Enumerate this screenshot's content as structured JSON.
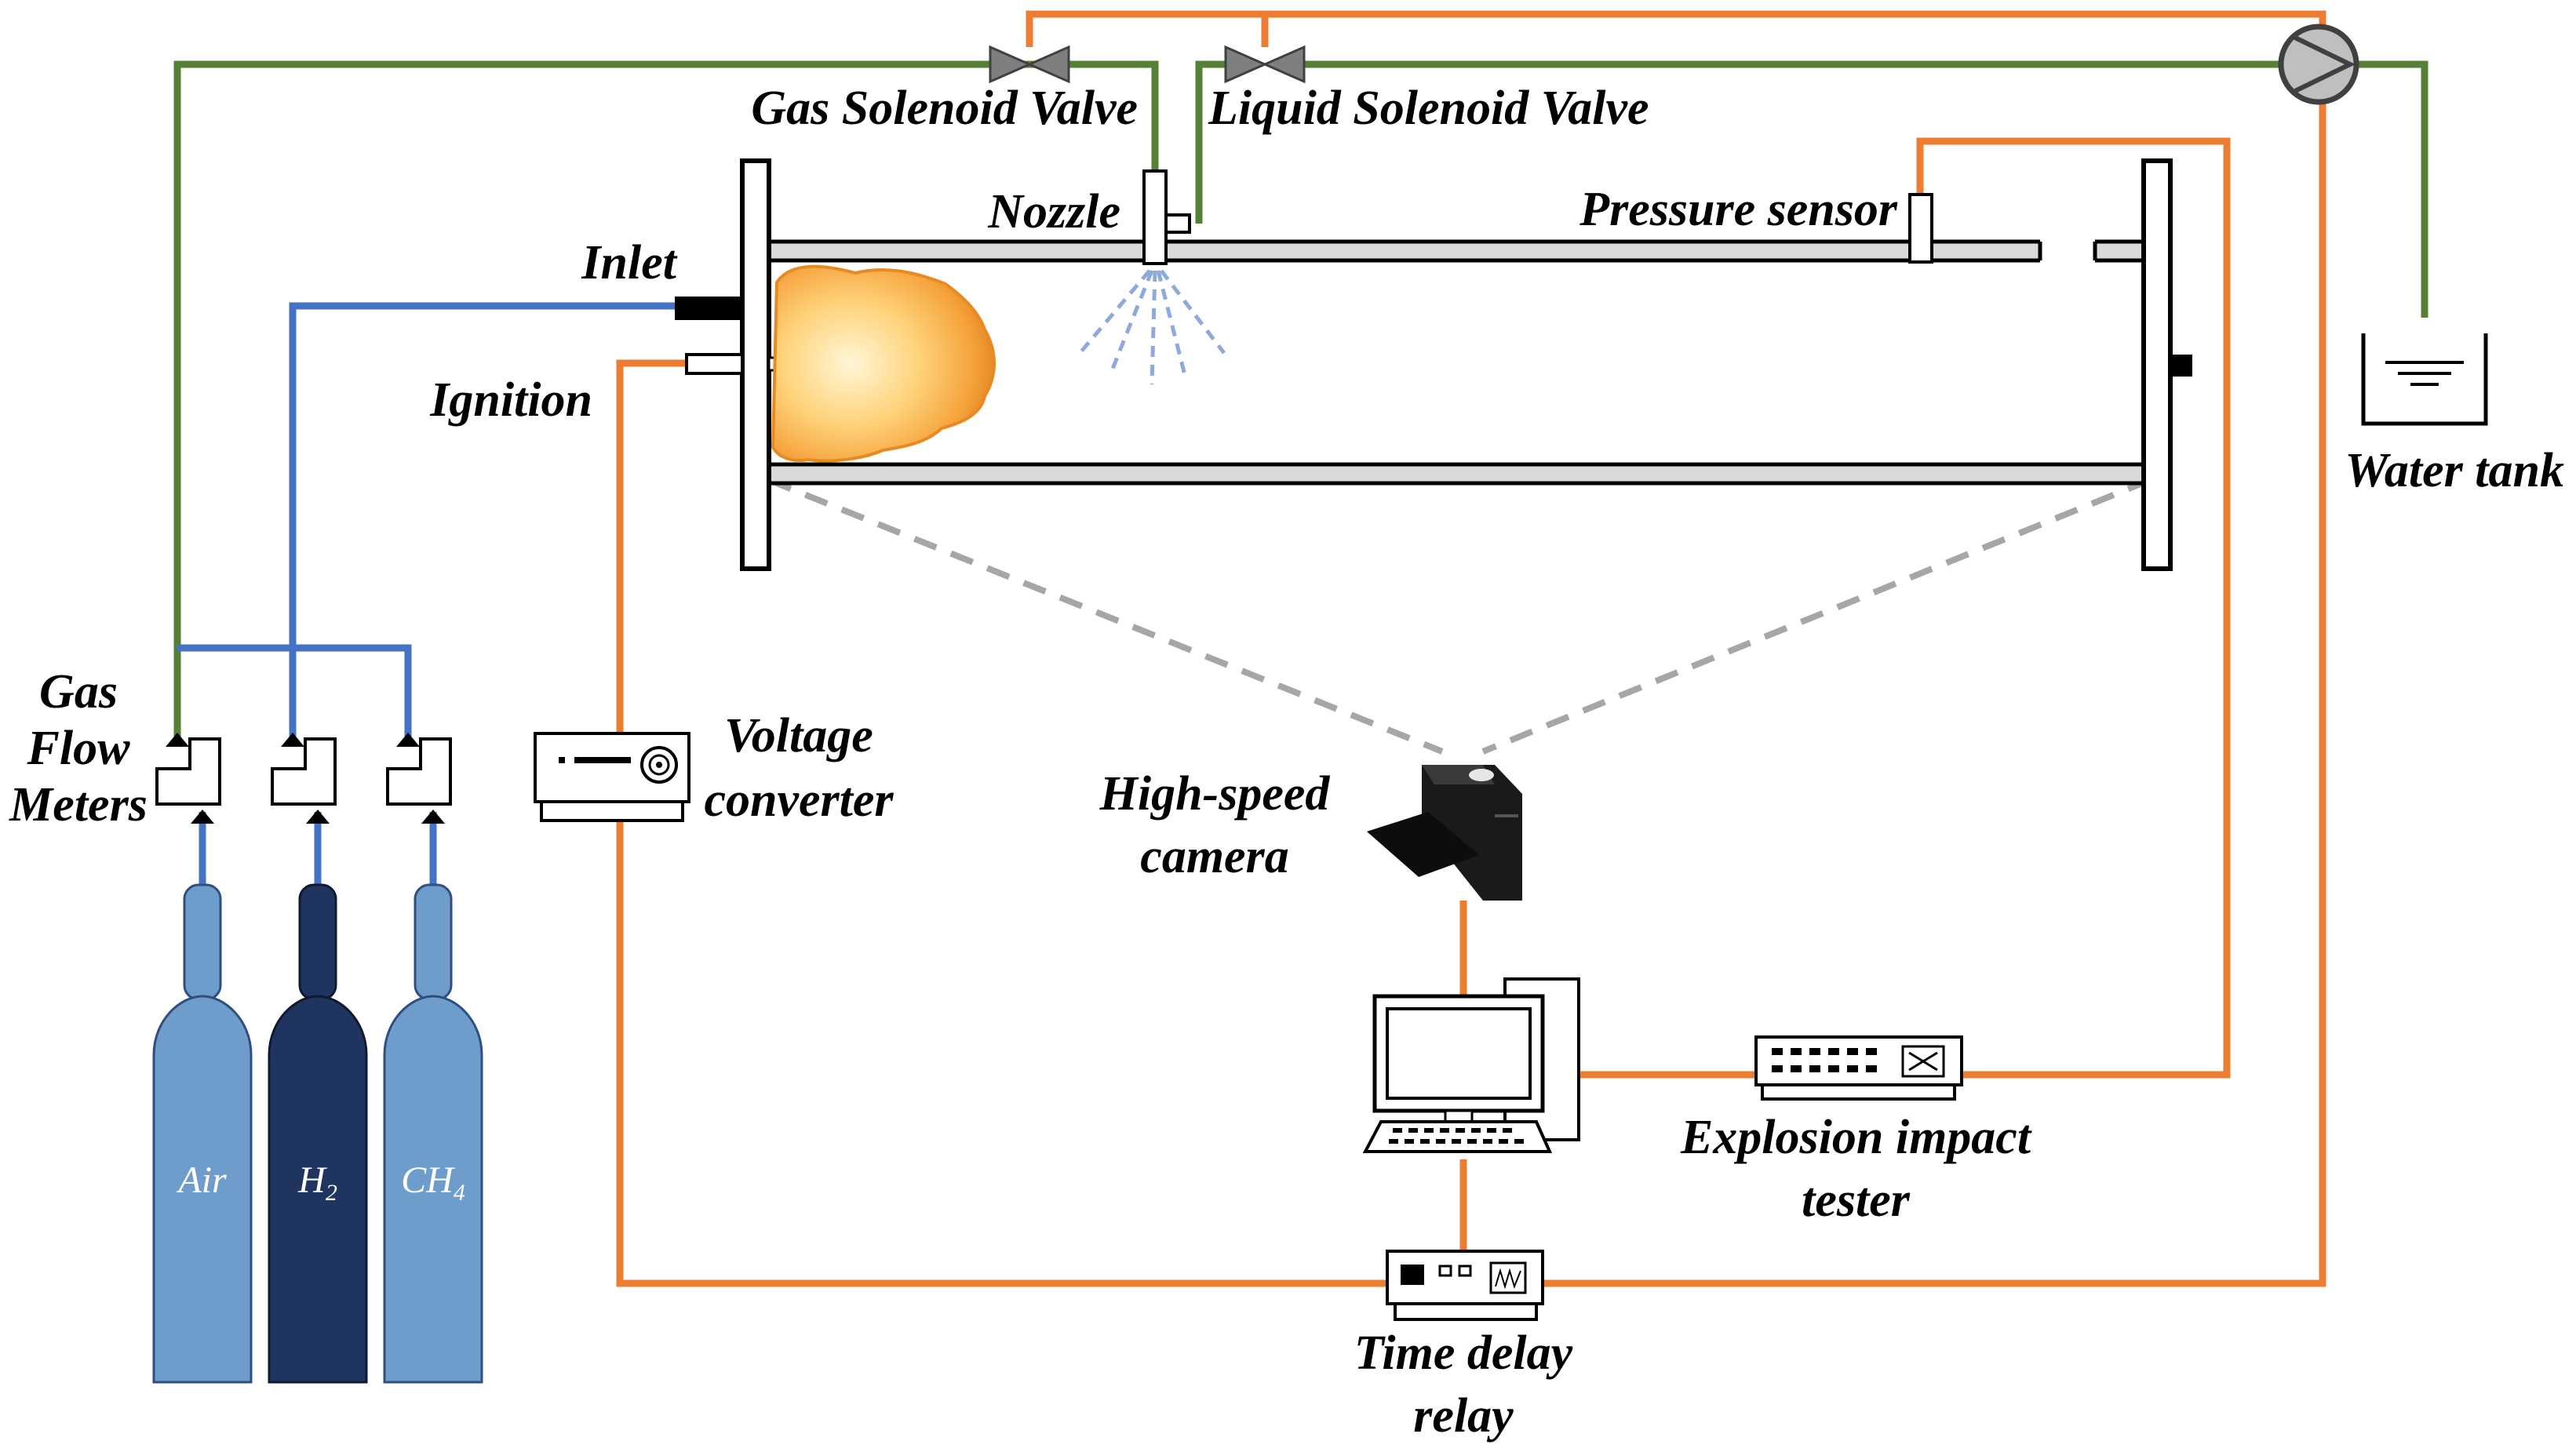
{
  "labels": {
    "gas_valve": "Gas Solenoid Valve",
    "liquid_valve": "Liquid Solenoid Valve",
    "nozzle": "Nozzle",
    "pressure_sensor": "Pressure sensor",
    "inlet": "Inlet",
    "ignition": "Ignition",
    "water_tank": "Water tank",
    "flow_meters": [
      "Gas",
      "Flow",
      "Meters"
    ],
    "voltage_converter": [
      "Voltage",
      "converter"
    ],
    "camera": [
      "High-speed",
      "camera"
    ],
    "impact_tester": [
      "Explosion impact",
      "tester"
    ],
    "relay": [
      "Time delay",
      "relay"
    ]
  },
  "cylinders": [
    {
      "main": "Air",
      "sub": ""
    },
    {
      "main": "H",
      "sub": "2"
    },
    {
      "main": "CH",
      "sub": "4"
    }
  ],
  "colors": {
    "water_line": "#548235",
    "gas_line": "#4472c4",
    "signal_line": "#ed7d31",
    "cylinder_light": "#6f9dcb",
    "cylinder_dark": "#1f3560",
    "camera_view": "#a6a6a6",
    "spray": "#8eaadb"
  }
}
